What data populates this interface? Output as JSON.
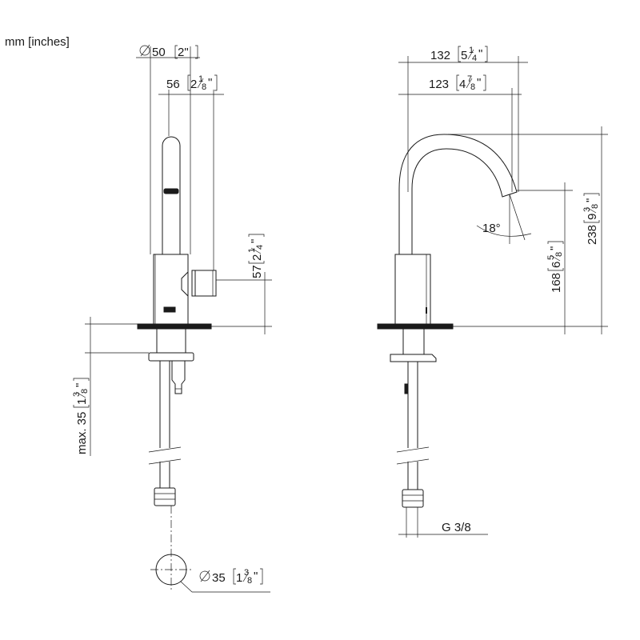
{
  "units_label": "mm [inches]",
  "front_view": {
    "dim_width_base": {
      "value": "50",
      "inch": "2\""
    },
    "dim_width_body": {
      "value": "56",
      "inch_whole": "2",
      "inch_num": "1",
      "inch_den": "8"
    },
    "dim_lever_height": {
      "value": "57",
      "inch_whole": "2",
      "inch_num": "1",
      "inch_den": "4"
    },
    "dim_max_thickness": {
      "value": "max. 35",
      "inch_whole": "1",
      "inch_num": "3",
      "inch_den": "8"
    },
    "dim_hole_diameter": {
      "value": "35",
      "inch_whole": "1",
      "inch_num": "3",
      "inch_den": "8"
    }
  },
  "side_view": {
    "dim_reach_total": {
      "value": "132",
      "inch_whole": "5",
      "inch_num": "1",
      "inch_den": "4"
    },
    "dim_reach_spout": {
      "value": "123",
      "inch_whole": "4",
      "inch_num": "7",
      "inch_den": "8"
    },
    "dim_total_height": {
      "value": "238",
      "inch_whole": "9",
      "inch_num": "3",
      "inch_den": "8"
    },
    "dim_spout_height": {
      "value": "168",
      "inch_whole": "6",
      "inch_num": "5",
      "inch_den": "8"
    },
    "angle": "18°",
    "thread": "G 3/8"
  },
  "diameter_symbol": "⌀",
  "inch_mark": "\""
}
